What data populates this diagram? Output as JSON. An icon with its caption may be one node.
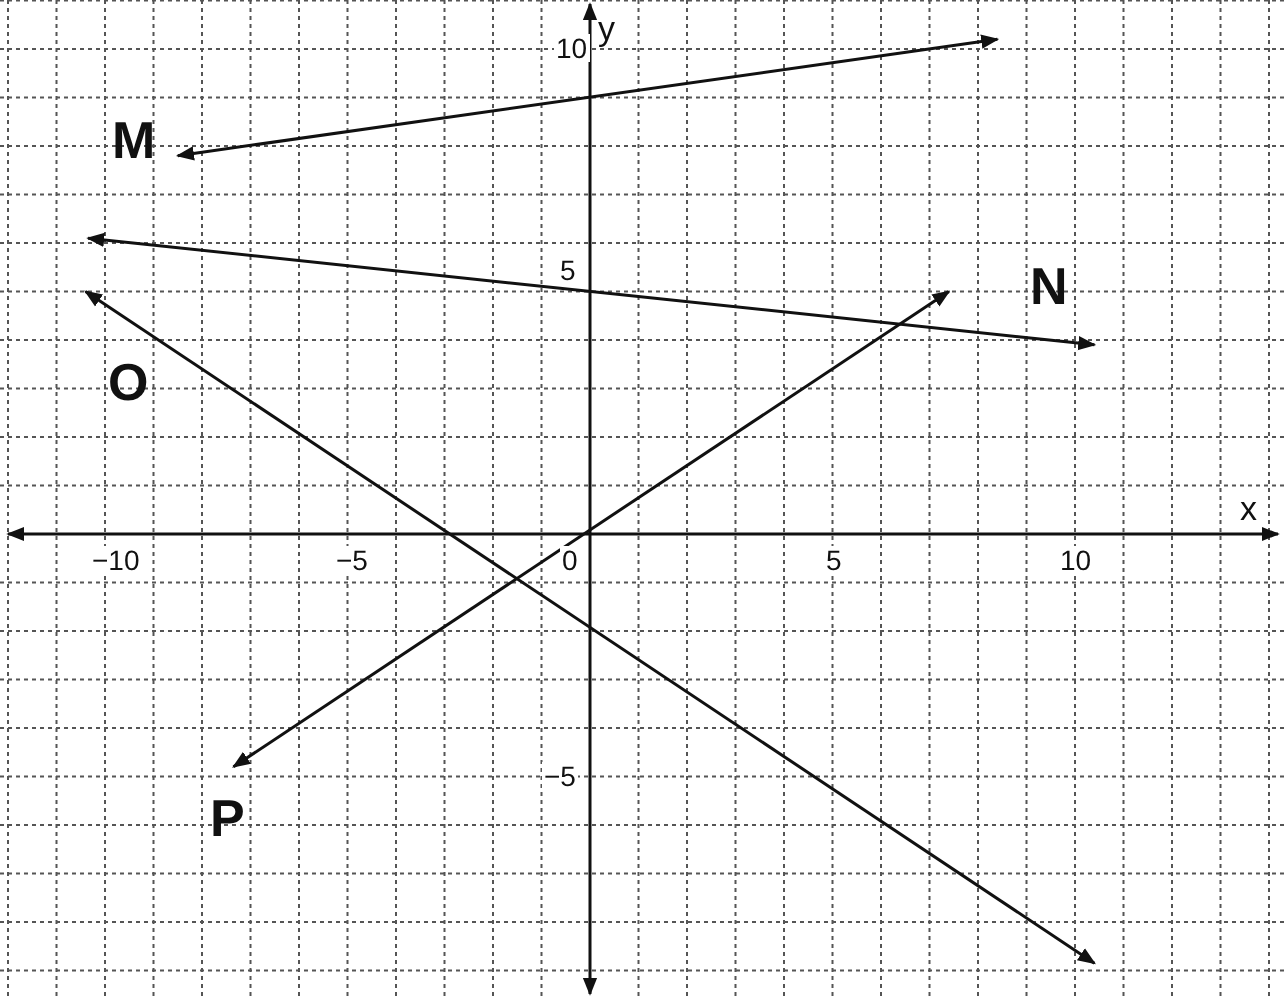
{
  "diagram": {
    "labels": [
      "10",
      "y",
      "M",
      "5",
      "N",
      "O",
      "x",
      "−10",
      "−5",
      "0",
      "5",
      "10",
      "−5",
      "P"
    ]
  }
}
